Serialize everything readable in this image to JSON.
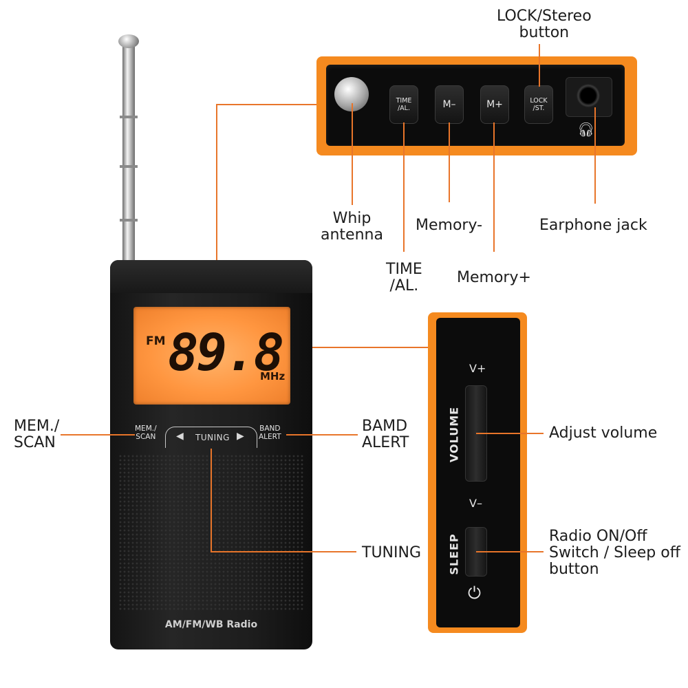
{
  "colors": {
    "accent": "#f58a1f",
    "callout_line": "#e8752a",
    "lcd": "#ff9640",
    "body": "#1a1a1a"
  },
  "display": {
    "band": "FM",
    "frequency": "89.8",
    "unit": "MHz"
  },
  "front_keys": {
    "mem_scan": "MEM./\nSCAN",
    "band_alert": "BAND\nALERT",
    "tuning": "TUNING"
  },
  "model_label": "AM/FM/WB Radio",
  "top_panel": {
    "buttons": [
      {
        "label": "TIME\n/AL."
      },
      {
        "label": "M–"
      },
      {
        "label": "M+"
      },
      {
        "label": "LOCK\n/ST."
      }
    ],
    "headphone_icon": "headphone-icon"
  },
  "side_panel": {
    "vplus": "V+",
    "vminus": "V–",
    "volume": "VOLUME",
    "sleep": "SLEEP",
    "power_icon": "power-icon"
  },
  "callouts": {
    "lock_stereo": "LOCK/Stereo\nbutton",
    "whip_antenna": "Whip\nantenna",
    "memory_minus": "Memory-",
    "earphone_jack": "Earphone jack",
    "time_al": "TIME\n/AL.",
    "memory_plus": "Memory+",
    "mem_scan": "MEM./\nSCAN",
    "bamd_alert": "BAMD\nALERT",
    "adjust_volume": "Adjust volume",
    "tuning": "TUNING",
    "radio_on_off": "Radio ON/Off\nSwitch / Sleep off\nbutton"
  }
}
